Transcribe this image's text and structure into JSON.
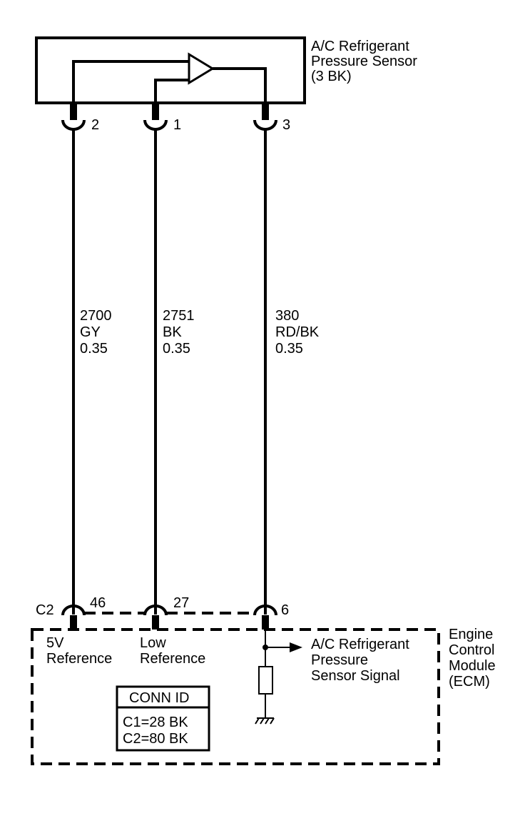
{
  "sensor": {
    "name_line1": "A/C Refrigerant",
    "name_line2": "Pressure Sensor",
    "name_line3": "(3 BK)",
    "pins": [
      "2",
      "1",
      "3"
    ]
  },
  "wires": [
    {
      "circuit": "2700",
      "color": "GY",
      "size": "0.35"
    },
    {
      "circuit": "2751",
      "color": "BK",
      "size": "0.35"
    },
    {
      "circuit": "380",
      "color": "RD/BK",
      "size": "0.35"
    }
  ],
  "ecm": {
    "connector": "C2",
    "pins": [
      "46",
      "27",
      "6"
    ],
    "name_line1": "Engine",
    "name_line2": "Control",
    "name_line3": "Module",
    "name_line4": "(ECM)",
    "ref5v_line1": "5V",
    "ref5v_line2": "Reference",
    "lowref_line1": "Low",
    "lowref_line2": "Reference",
    "signal_line1": "A/C Refrigerant",
    "signal_line2": "Pressure",
    "signal_line3": "Sensor Signal"
  },
  "conn_id": {
    "title": "CONN ID",
    "line1": "C1=28 BK",
    "line2": "C2=80 BK"
  }
}
